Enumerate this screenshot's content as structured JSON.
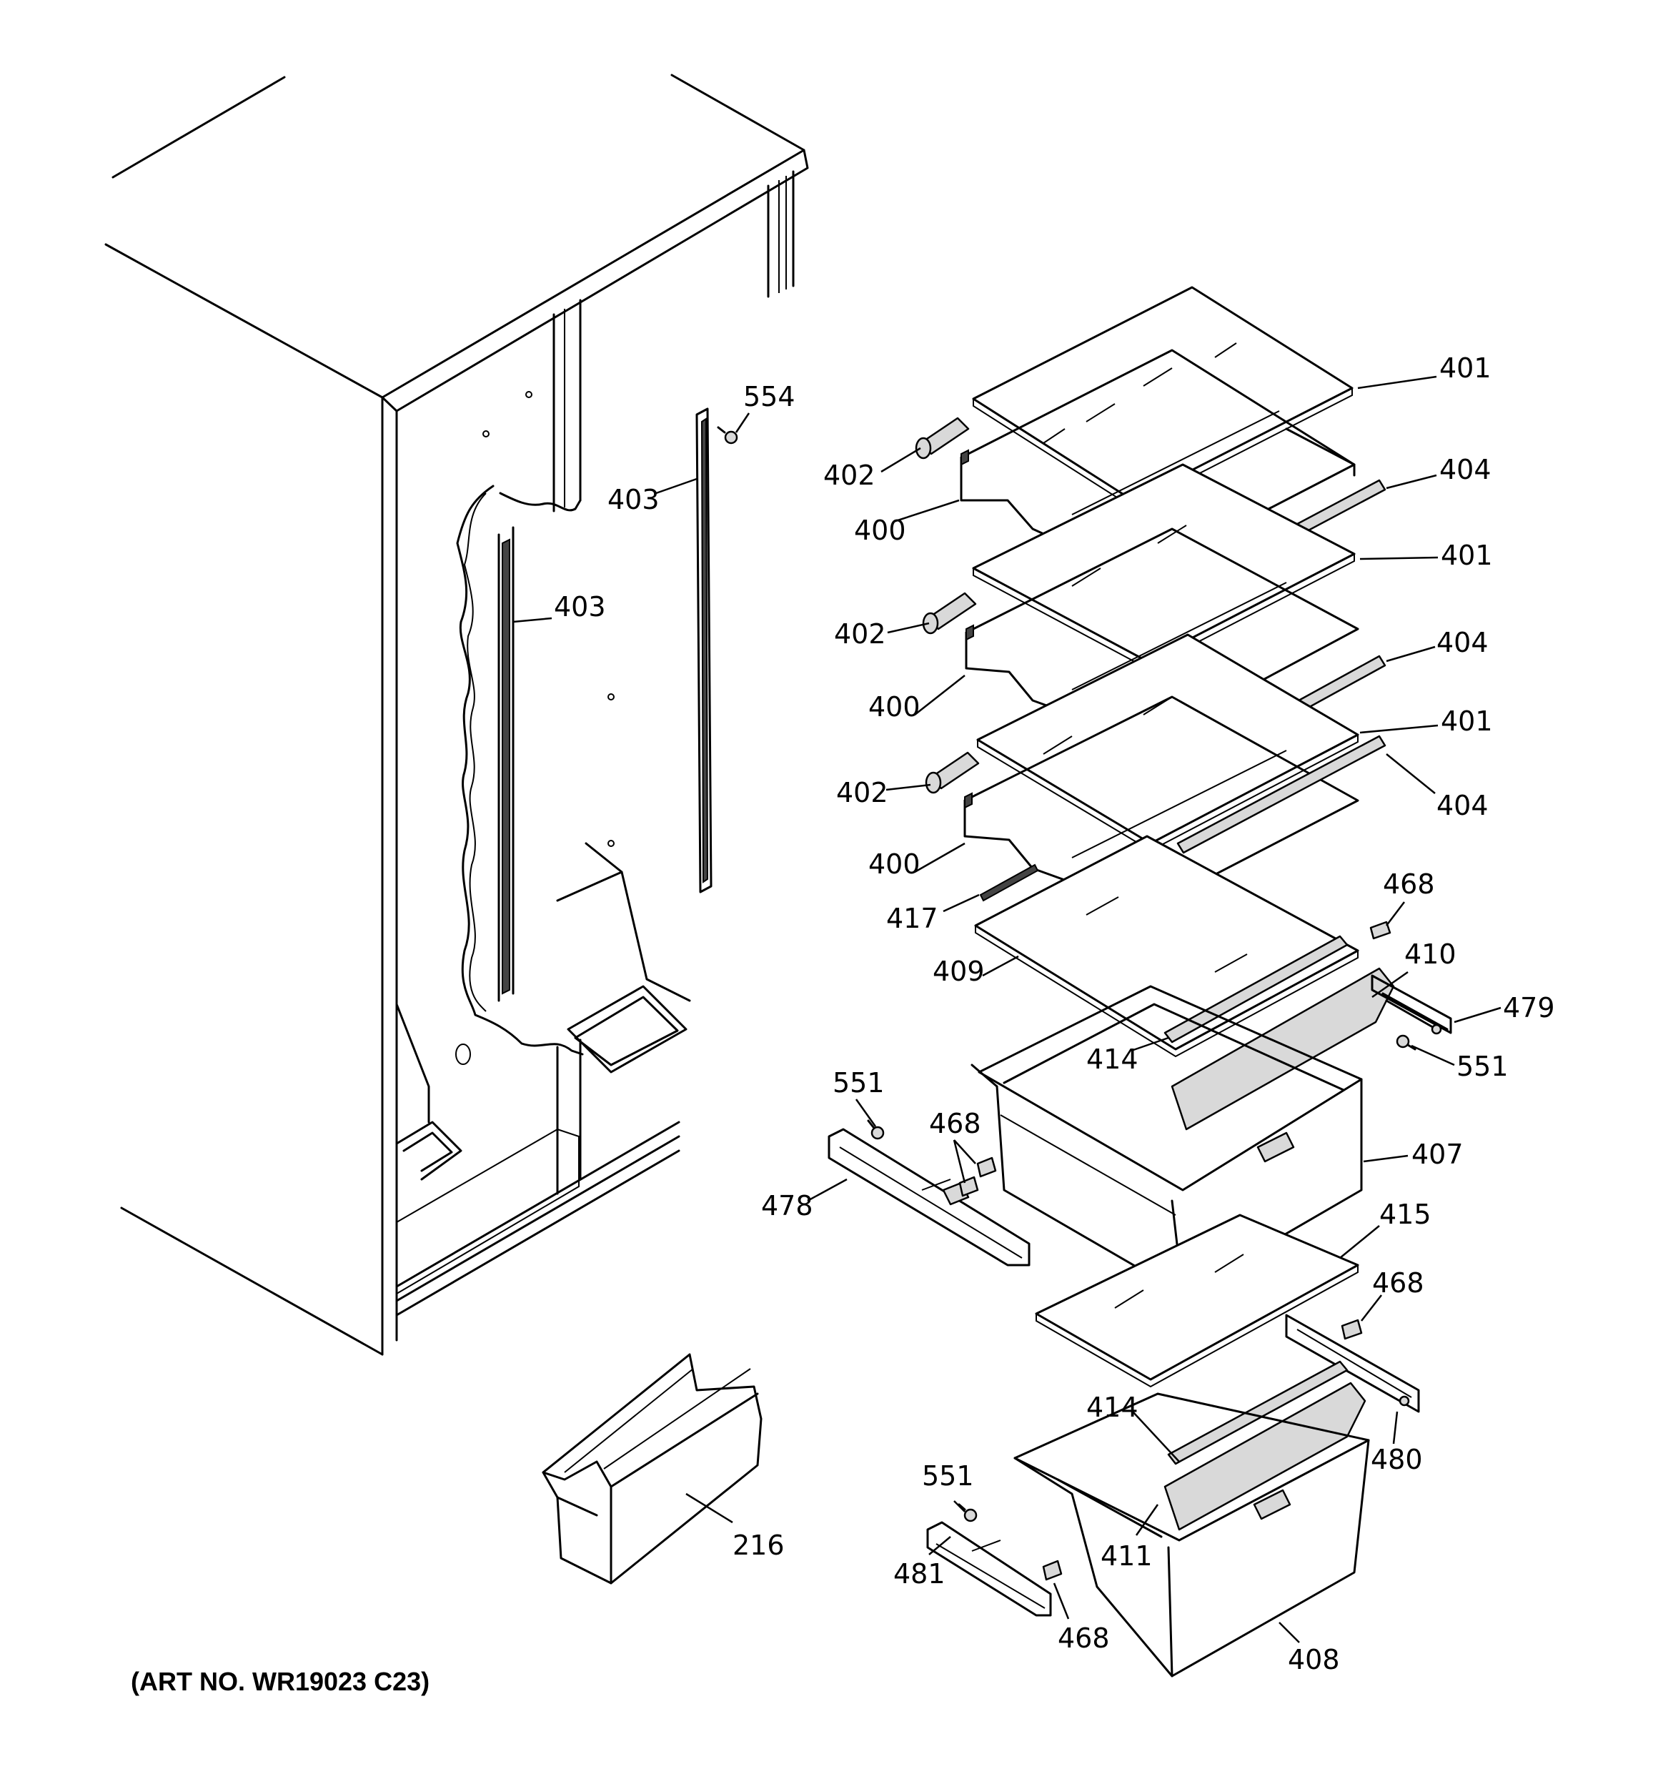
{
  "art_number": "(ART NO. WR19023 C23)",
  "labels": {
    "l401a": "401",
    "l404a": "404",
    "l401b": "401",
    "l404b": "404",
    "l401c": "401",
    "l404c": "404",
    "l402a": "402",
    "l400a": "400",
    "l402b": "402",
    "l400b": "400",
    "l402c": "402",
    "l400c": "400",
    "l554": "554",
    "l403a": "403",
    "l403b": "403",
    "l417": "417",
    "l409": "409",
    "l468a": "468",
    "l410": "410",
    "l479": "479",
    "l551a": "551",
    "l414a": "414",
    "l551b": "551",
    "l468b": "468",
    "l478": "478",
    "l407": "407",
    "l415": "415",
    "l468c": "468",
    "l414b": "414",
    "l480": "480",
    "l551c": "551",
    "l411": "411",
    "l216": "216",
    "l481": "481",
    "l468d": "468",
    "l408": "408"
  }
}
